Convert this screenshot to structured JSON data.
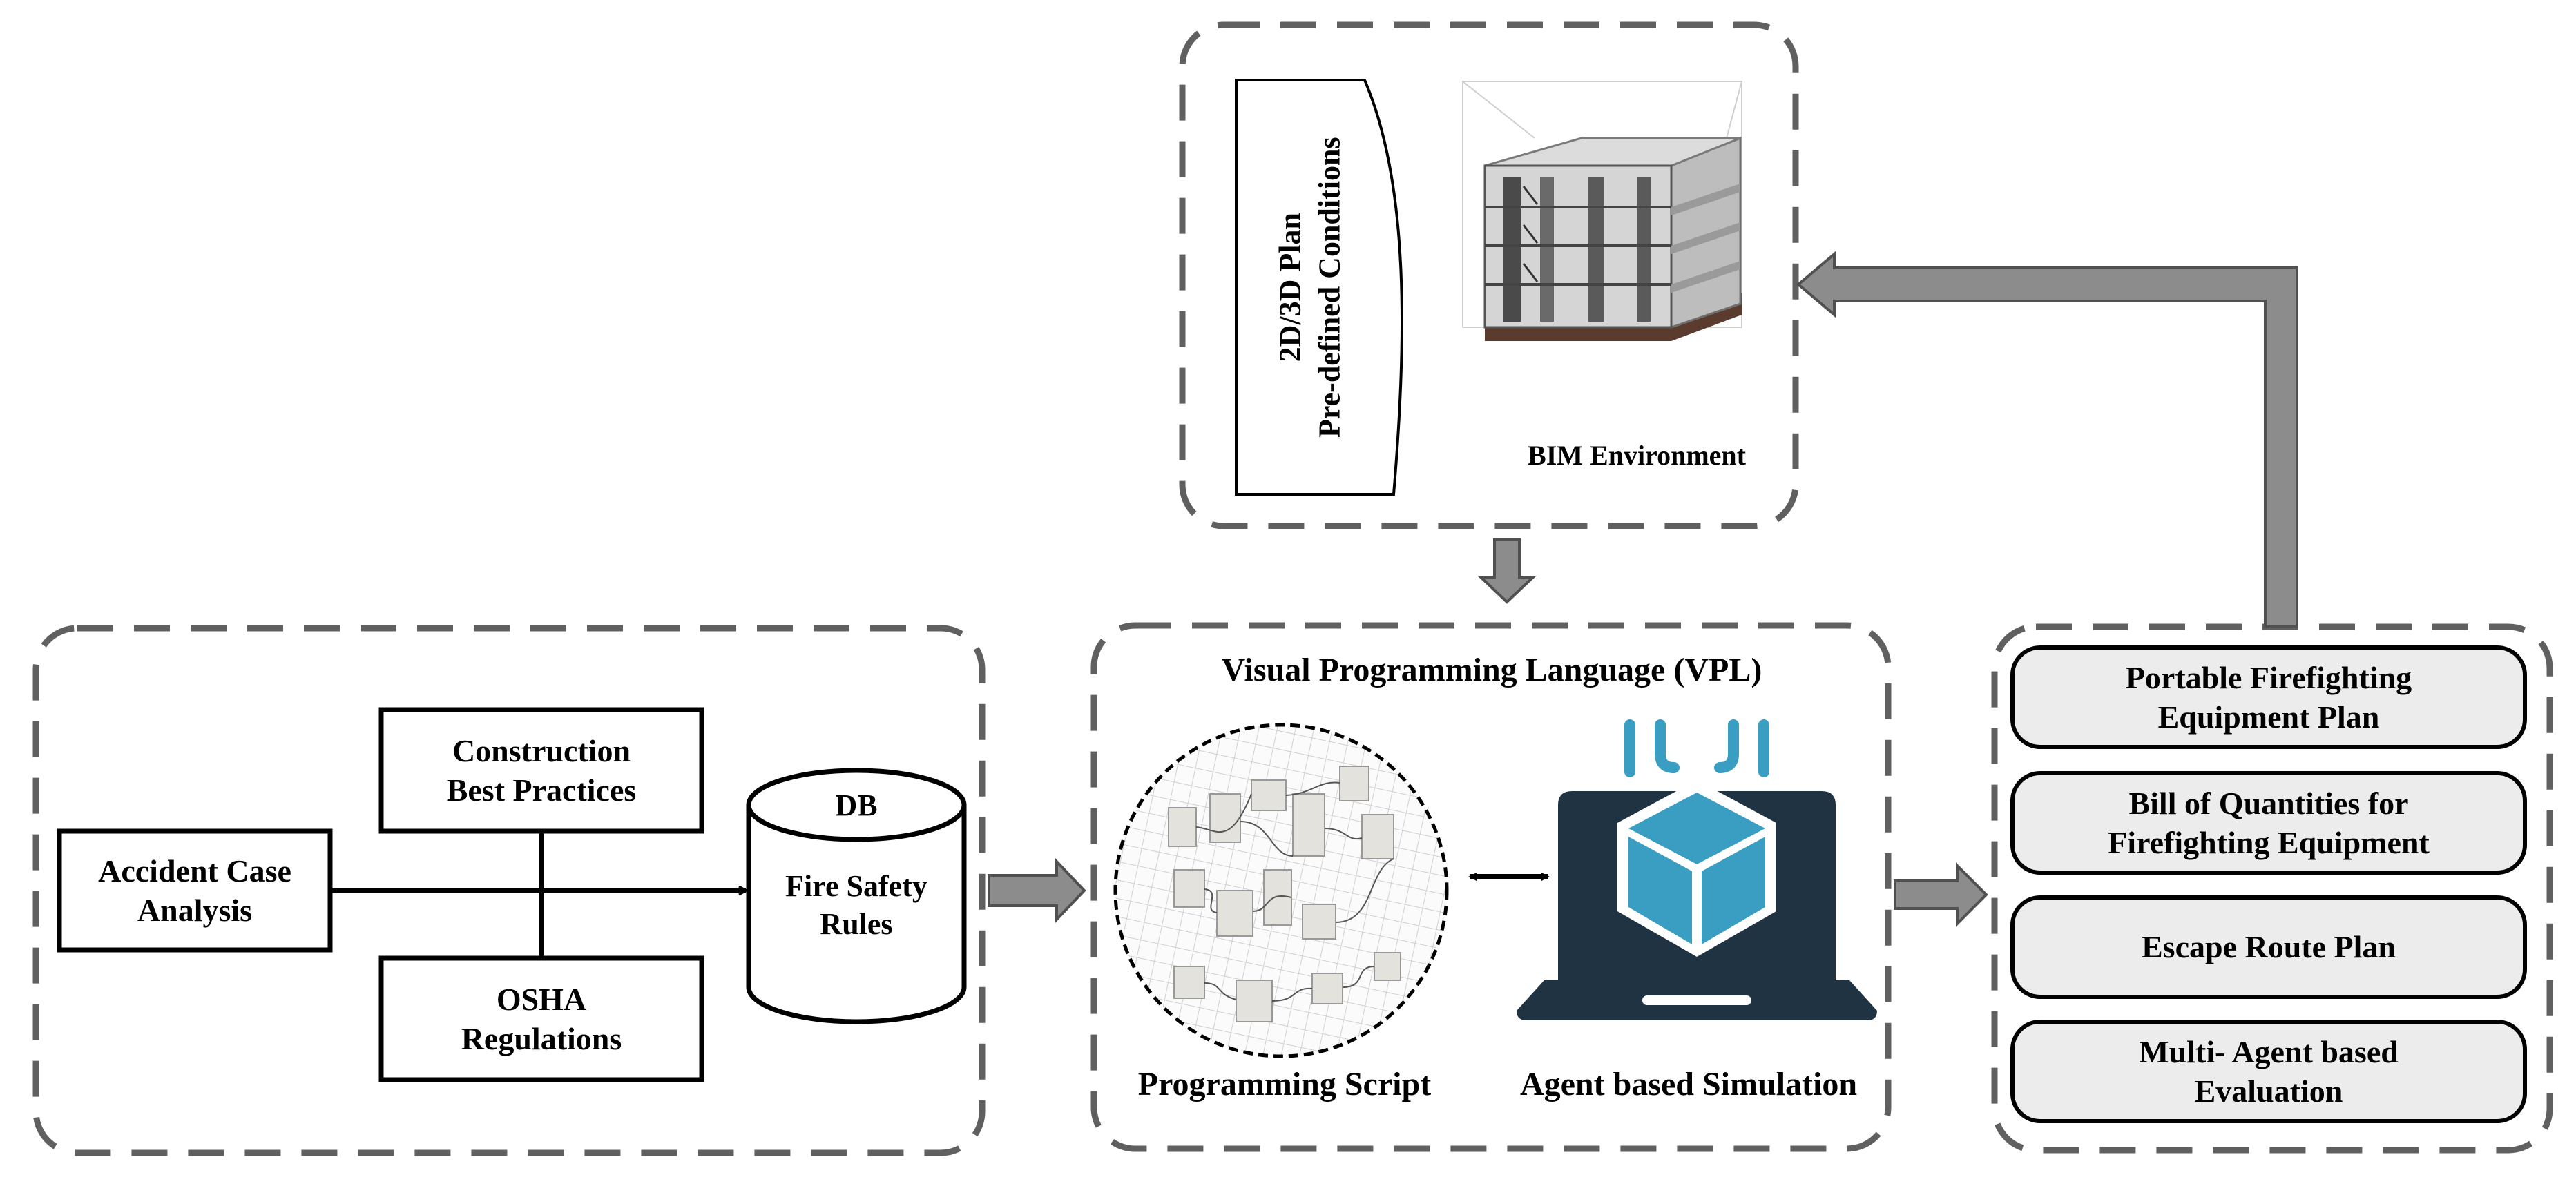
{
  "colors": {
    "dash_border": "#606060",
    "box_border": "#000000",
    "gray_arrow_fill": "#8c8c8c",
    "gray_arrow_stroke": "#505050",
    "output_box_fill": "#ececec",
    "icon_teal": "#3a9ec2",
    "icon_dark": "#1f3342"
  },
  "input_section": {
    "accident_case_analysis": {
      "line1": "Accident Case",
      "line2": "Analysis"
    },
    "construction_best_practices": {
      "line1": "Construction",
      "line2": "Best Practices"
    },
    "osha_regulations": {
      "line1": "OSHA",
      "line2": "Regulations"
    },
    "database": {
      "tag": "DB",
      "line1": "Fire Safety",
      "line2": "Rules"
    }
  },
  "bim_section": {
    "plan_label": {
      "line1": "2D/3D Plan",
      "line2": "Pre-defined Conditions"
    },
    "environment_label": "BIM Environment"
  },
  "vpl_section": {
    "title": "Visual Programming Language (VPL)",
    "programming_script_label": "Programming Script",
    "agent_simulation_label": "Agent based Simulation"
  },
  "output_section": {
    "items": [
      {
        "line1": "Portable Firefighting",
        "line2": "Equipment Plan"
      },
      {
        "line1": "Bill of Quantities for",
        "line2": "Firefighting Equipment"
      },
      {
        "line1": "Escape Route Plan",
        "line2": ""
      },
      {
        "line1": "Multi- Agent based",
        "line2": "Evaluation"
      }
    ]
  }
}
